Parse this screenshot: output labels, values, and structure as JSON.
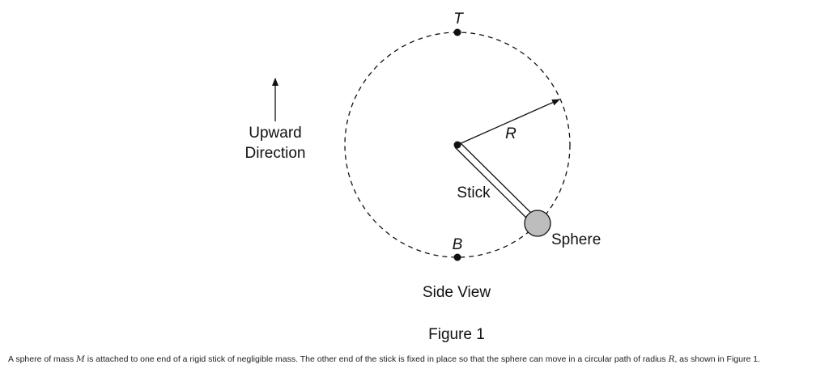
{
  "diagram": {
    "labels": {
      "top_point": "T",
      "bottom_point": "B",
      "radius": "R",
      "stick": "Stick",
      "sphere": "Sphere",
      "upward_line1": "Upward",
      "upward_line2": "Direction",
      "view": "Side View",
      "figure": "Figure 1"
    }
  },
  "caption": {
    "part1": "A sphere of mass ",
    "mass_symbol": "M",
    "part2": " is attached to one end of a rigid stick of negligible mass. The other end of the stick is fixed in place so that the sphere can move in a circular path of radius ",
    "radius_symbol": "R",
    "part3": ", as shown in Figure 1."
  },
  "colors": {
    "ink": "#111111",
    "sphere_fill": "#bdbdbd"
  },
  "icons": {
    "upward_arrow": "arrow-up-icon",
    "radius_arrow": "arrow-right-icon"
  }
}
